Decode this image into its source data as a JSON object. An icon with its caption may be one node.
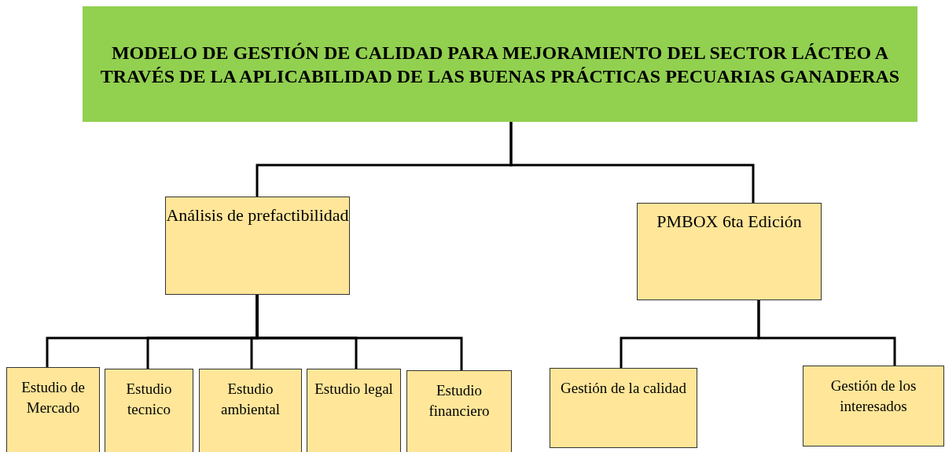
{
  "diagram": {
    "nodes": [
      {
        "text": [
          "MODELO DE GESTIÓN DE CALIDAD PARA MEJORAMIENTO DEL SECTOR LÁCTEO A TRAVÉS DE LA APLICABILIDAD DE LAS BUENAS PRÁCTICAS PECUARIAS GANADERAS"
        ]
      },
      {
        "text": [
          "Análisis de prefactibilidad"
        ]
      },
      {
        "text": [
          "PMBOX 6ta Edición"
        ]
      },
      {
        "text": [
          "Estudio de Mercado"
        ]
      },
      {
        "text": [
          "Estudio tecnico"
        ]
      },
      {
        "text": [
          "Estudio ambiental"
        ]
      },
      {
        "text": [
          "Estudio legal"
        ]
      },
      {
        "text": [
          "Estudio financiero"
        ]
      },
      {
        "text": [
          "Gestión de la calidad"
        ]
      },
      {
        "text": [
          "Gestión de los interesados"
        ]
      }
    ],
    "edges": [
      {
        "from": 0,
        "to": 1,
        "arrow": "none"
      },
      {
        "from": 0,
        "to": 2,
        "arrow": "none"
      },
      {
        "from": 1,
        "to": 3,
        "arrow": "none"
      },
      {
        "from": 1,
        "to": 4,
        "arrow": "none"
      },
      {
        "from": 1,
        "to": 5,
        "arrow": "none"
      },
      {
        "from": 1,
        "to": 6,
        "arrow": "none"
      },
      {
        "from": 1,
        "to": 7,
        "arrow": "none"
      },
      {
        "from": 2,
        "to": 8,
        "arrow": "none"
      },
      {
        "from": 2,
        "to": 9,
        "arrow": "none"
      }
    ]
  }
}
